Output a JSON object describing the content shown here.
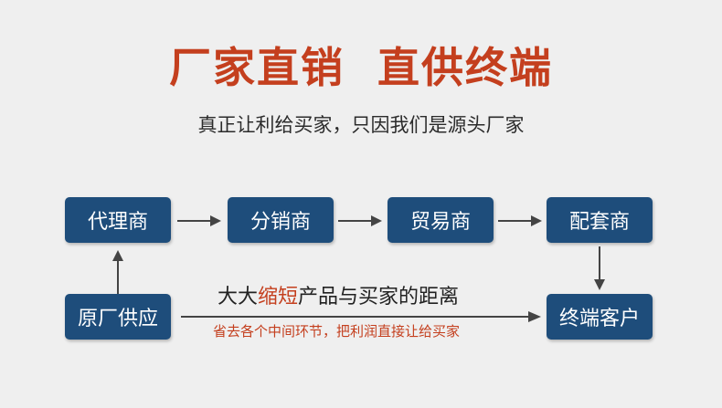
{
  "header": {
    "title_part1": "厂家直销",
    "title_part2": "直供终端",
    "subtitle": "真正让利给买家，只因我们是源头厂家"
  },
  "flow": {
    "agent": "代理商",
    "distributor": "分销商",
    "trader": "贸易商",
    "supplier": "配套商",
    "factory": "原厂供应",
    "end_customer": "终端客户"
  },
  "note": {
    "line1_prefix": "大大",
    "line1_highlight": "缩短",
    "line1_suffix": "产品与买家的距离",
    "line2": "省去各个中间环节，把利润直接让给买家"
  },
  "colors": {
    "accent": "#c43f1e",
    "box": "#1e4d7b",
    "background": "#efefef"
  }
}
